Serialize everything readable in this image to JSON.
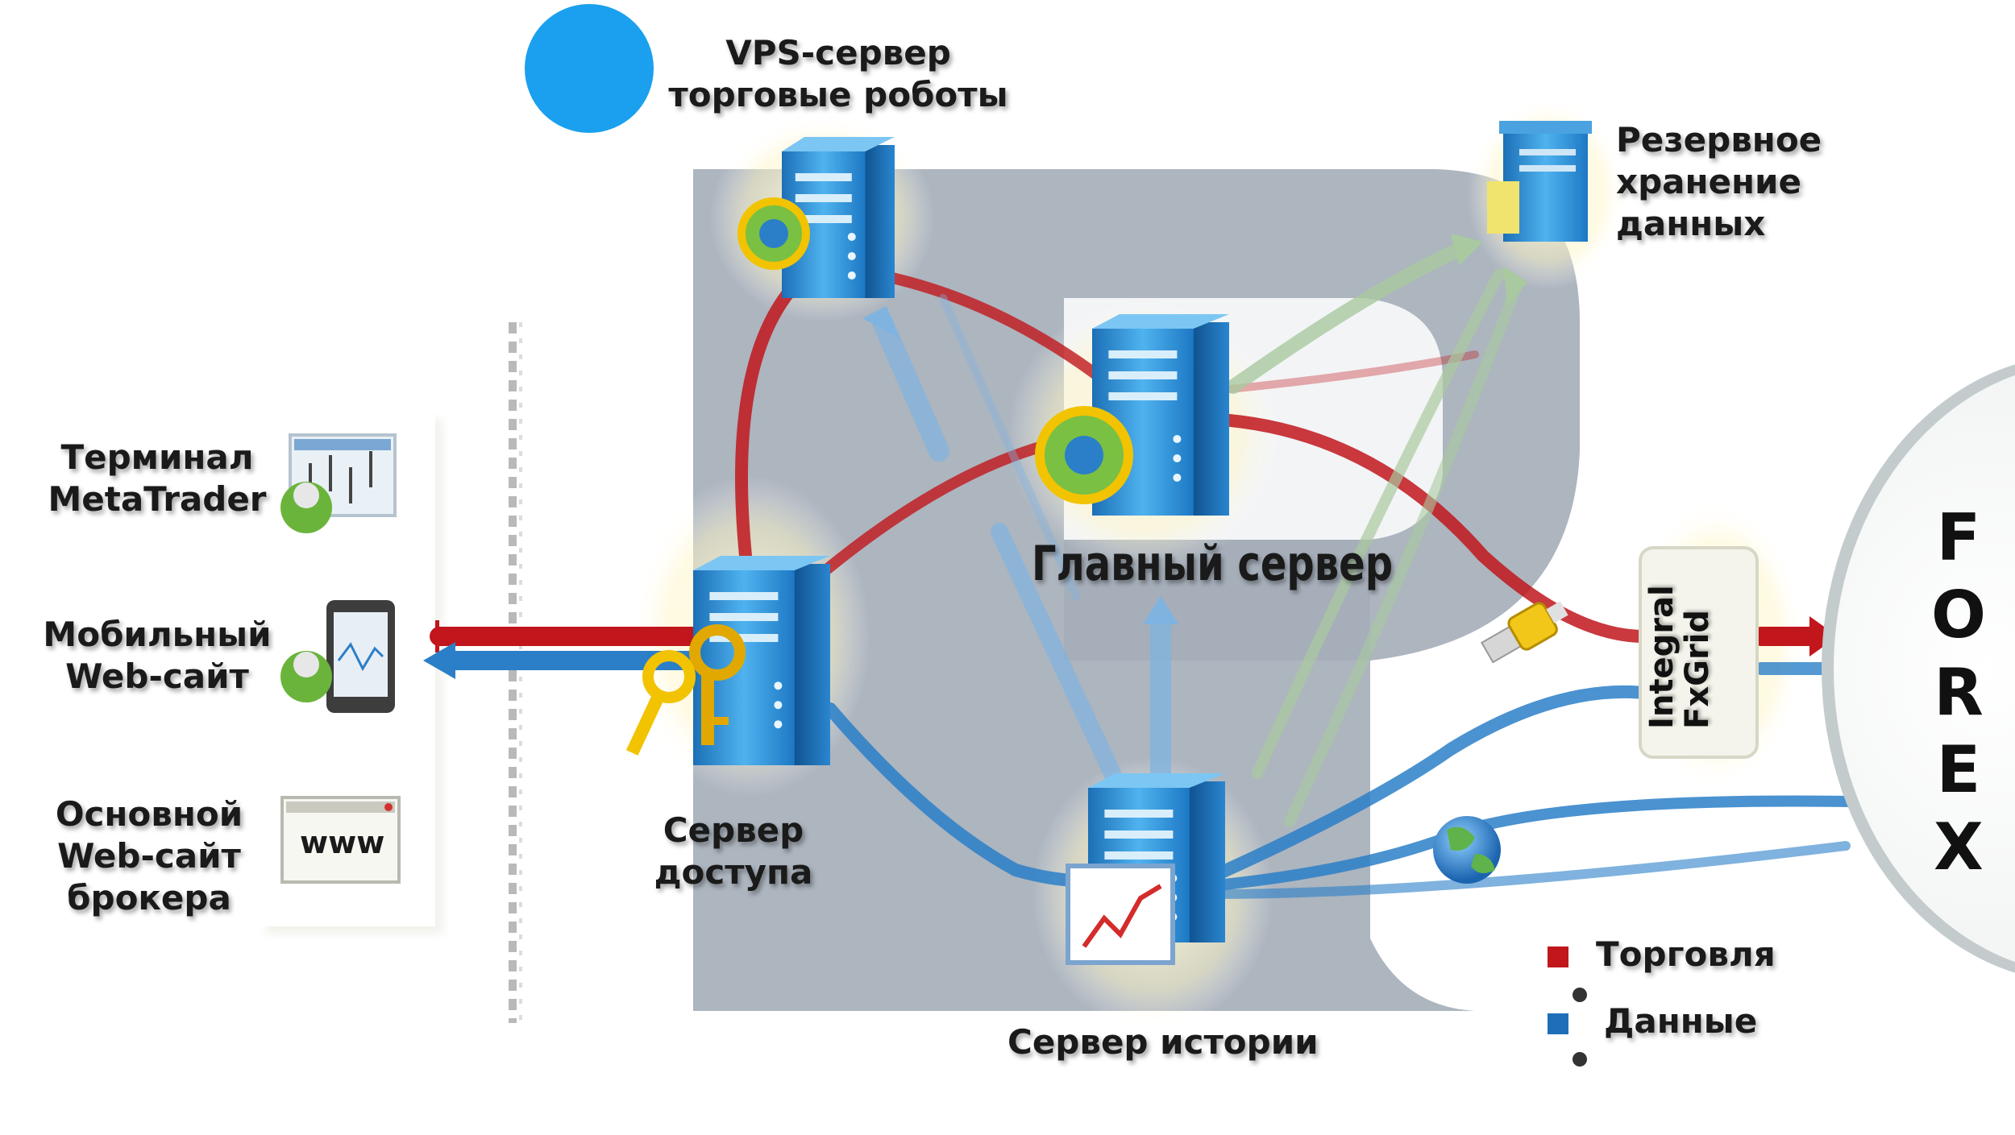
{
  "labels": {
    "vps": "VPS-сервер\nторговые роботы",
    "backup": "Резервное\nхранение\nданных",
    "terminal": "Терминал\nMetaTrader",
    "mobile": "Мобильный\nWeb-сайт",
    "website": "Основной\nWeb-сайт\nброкера",
    "www": "www",
    "access_server": "Сервер\nдоступа",
    "main_server": "Главный сервер",
    "history_server": "Сервер истории",
    "integral": "Integral\nFxGrid",
    "forex_letters": [
      "F",
      "O",
      "R",
      "E",
      "X"
    ]
  },
  "legend": [
    {
      "label": "Торговля",
      "color": "#c0161c"
    },
    {
      "label": "Данные",
      "color": "#1f6fb8"
    }
  ],
  "colors": {
    "trade": "#c0161c",
    "data": "#2a7fc8",
    "backup_link": "#a9c9a0",
    "logo": "#9aa4b0",
    "marker": "#1aa0ee"
  }
}
